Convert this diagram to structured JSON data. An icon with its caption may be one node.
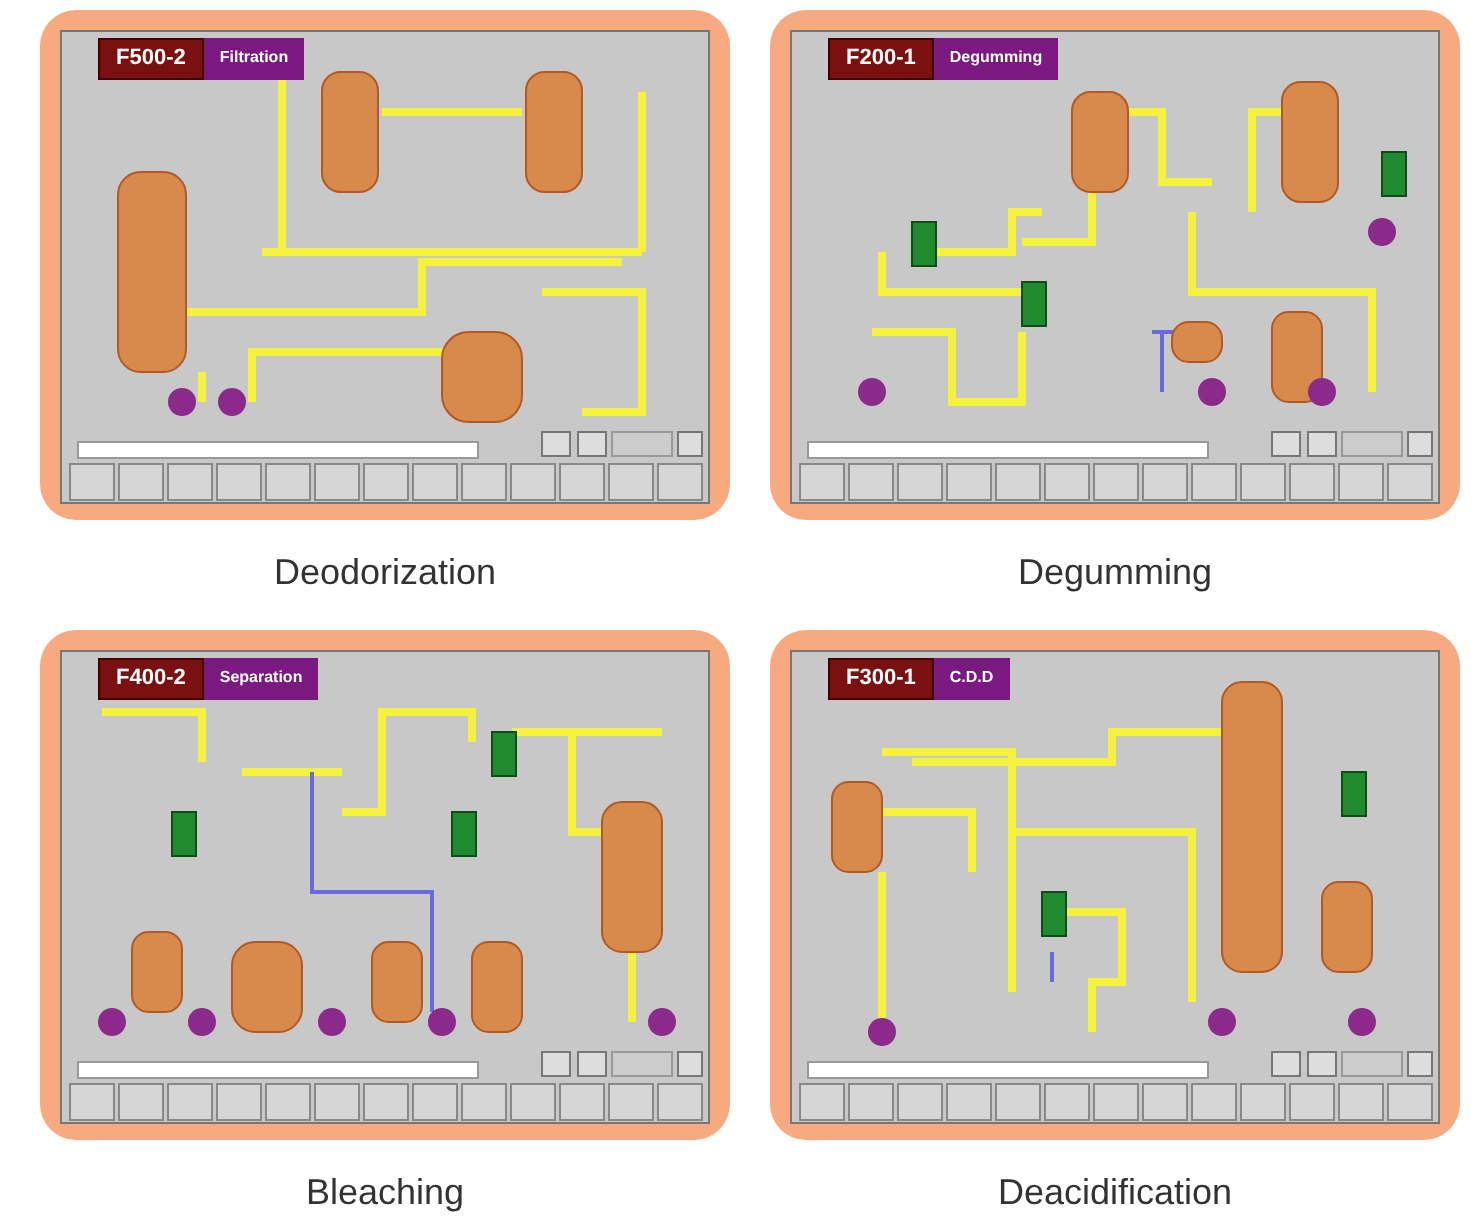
{
  "diagram": {
    "nodes": [
      {
        "text": [
          "Deodorization"
        ]
      },
      {
        "text": [
          "F500-2",
          "Filtration"
        ],
        "in": 0
      },
      {
        "text": [
          "Degumming"
        ]
      },
      {
        "text": [
          "F200-1",
          "Degumming"
        ],
        "in": 2
      },
      {
        "text": [
          "Bleaching"
        ]
      },
      {
        "text": [
          "F400-2",
          "Separation"
        ],
        "in": 4
      },
      {
        "text": [
          "Deacidification"
        ]
      },
      {
        "text": [
          "F300-1",
          "C.D.D"
        ],
        "in": 6
      }
    ]
  }
}
